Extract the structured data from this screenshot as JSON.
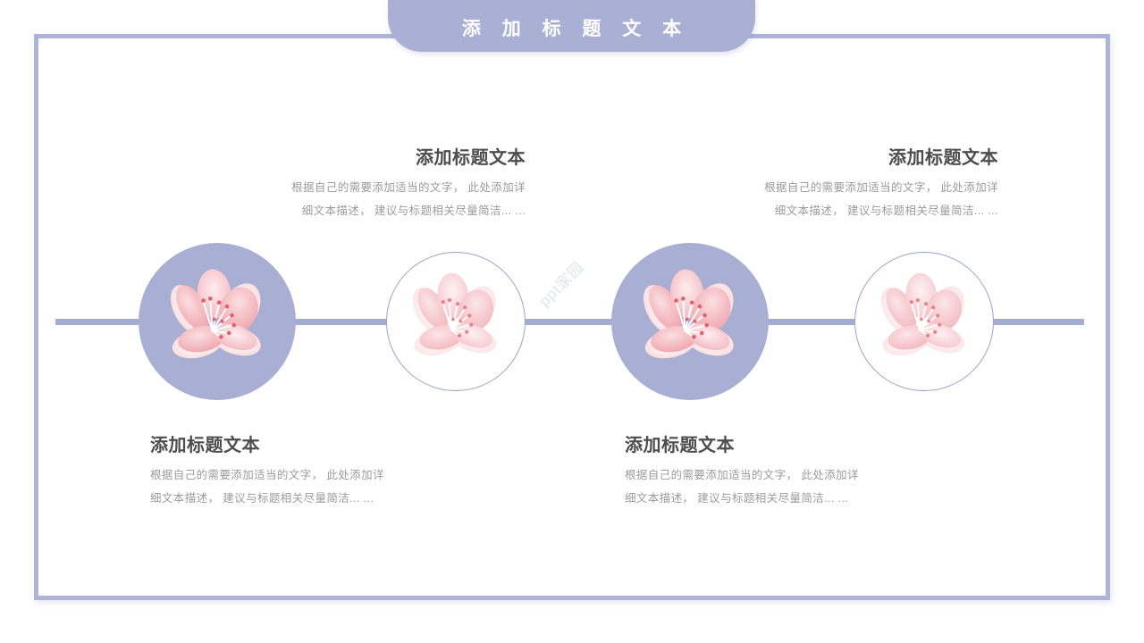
{
  "banner": {
    "title": "添 加 标 题 文 本"
  },
  "watermark": {
    "text": "ppt家园"
  },
  "colors": {
    "accent_lavender": "#aab0d4",
    "frame_border": "#aeb4d6",
    "line": "#a5acd1",
    "node_fill": "#a9afd3",
    "node_outline": "#9aa2cc",
    "heading_text": "#4d4d4d",
    "body_text": "#9b9b9b",
    "banner_text": "#ffffff",
    "petal_pink": "#f0a6ad",
    "petal_light": "#f7cdd2",
    "stamen_dot": "#e2606f",
    "background": "#ffffff"
  },
  "blocks": [
    {
      "id": "top-left",
      "align": "right",
      "heading": "添加标题文本",
      "line1": "根据自己的需要添加适当的文字， 此处添加详",
      "line2": "细文本描述， 建议与标题相关尽量简洁... ..."
    },
    {
      "id": "top-right",
      "align": "right",
      "heading": "添加标题文本",
      "line1": "根据自己的需要添加适当的文字， 此处添加详",
      "line2": "细文本描述， 建议与标题相关尽量简洁... ..."
    },
    {
      "id": "bottom-left",
      "align": "left",
      "heading": "添加标题文本",
      "line1": "根据自己的需要添加适当的文字， 此处添加详",
      "line2": "细文本描述， 建议与标题相关尽量简洁... ..."
    },
    {
      "id": "bottom-right",
      "align": "left",
      "heading": "添加标题文本",
      "line1": "根据自己的需要添加适当的文字， 此处添加详",
      "line2": "细文本描述， 建议与标题相关尽量简洁... ..."
    }
  ],
  "nodes": [
    {
      "id": "node-1",
      "style": "filled",
      "icon": "cherry-blossom-icon"
    },
    {
      "id": "node-2",
      "style": "outlined",
      "icon": "cherry-blossom-icon"
    },
    {
      "id": "node-3",
      "style": "filled",
      "icon": "cherry-blossom-icon"
    },
    {
      "id": "node-4",
      "style": "outlined",
      "icon": "cherry-blossom-icon"
    }
  ]
}
